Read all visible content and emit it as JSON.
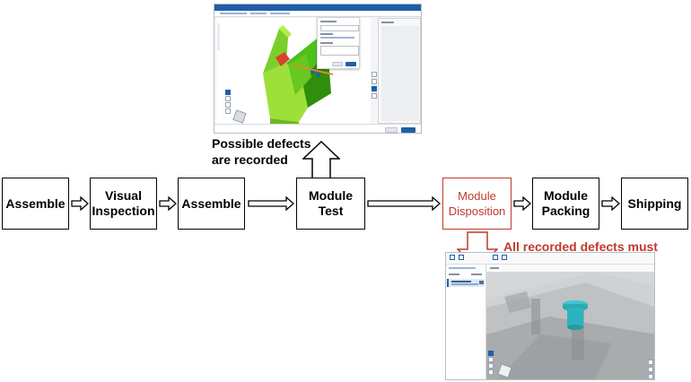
{
  "flow": {
    "step1": "Assemble",
    "step2": "Visual\nInspection",
    "step3": "Assemble",
    "step4": "Module\nTest",
    "step5": "Module\nDisposition",
    "step6": "Module\nPacking",
    "step7": "Shipping"
  },
  "callouts": {
    "top": "Possible defects\nare recorded",
    "bottom": "All recorded defects must\nbe properly classified"
  },
  "colors": {
    "highlight": "#c0392b",
    "app_blue": "#1e5fa8",
    "model_green": "#7ccf2a",
    "model_dark_green": "#3a9a12",
    "model_lime": "#a6e22e",
    "cylinder_cyan": "#2bb3c0"
  },
  "icons": {
    "arrow_right": "hollow-arrow-right",
    "arrow_up": "hollow-arrow-up",
    "arrow_down": "hollow-arrow-down"
  }
}
